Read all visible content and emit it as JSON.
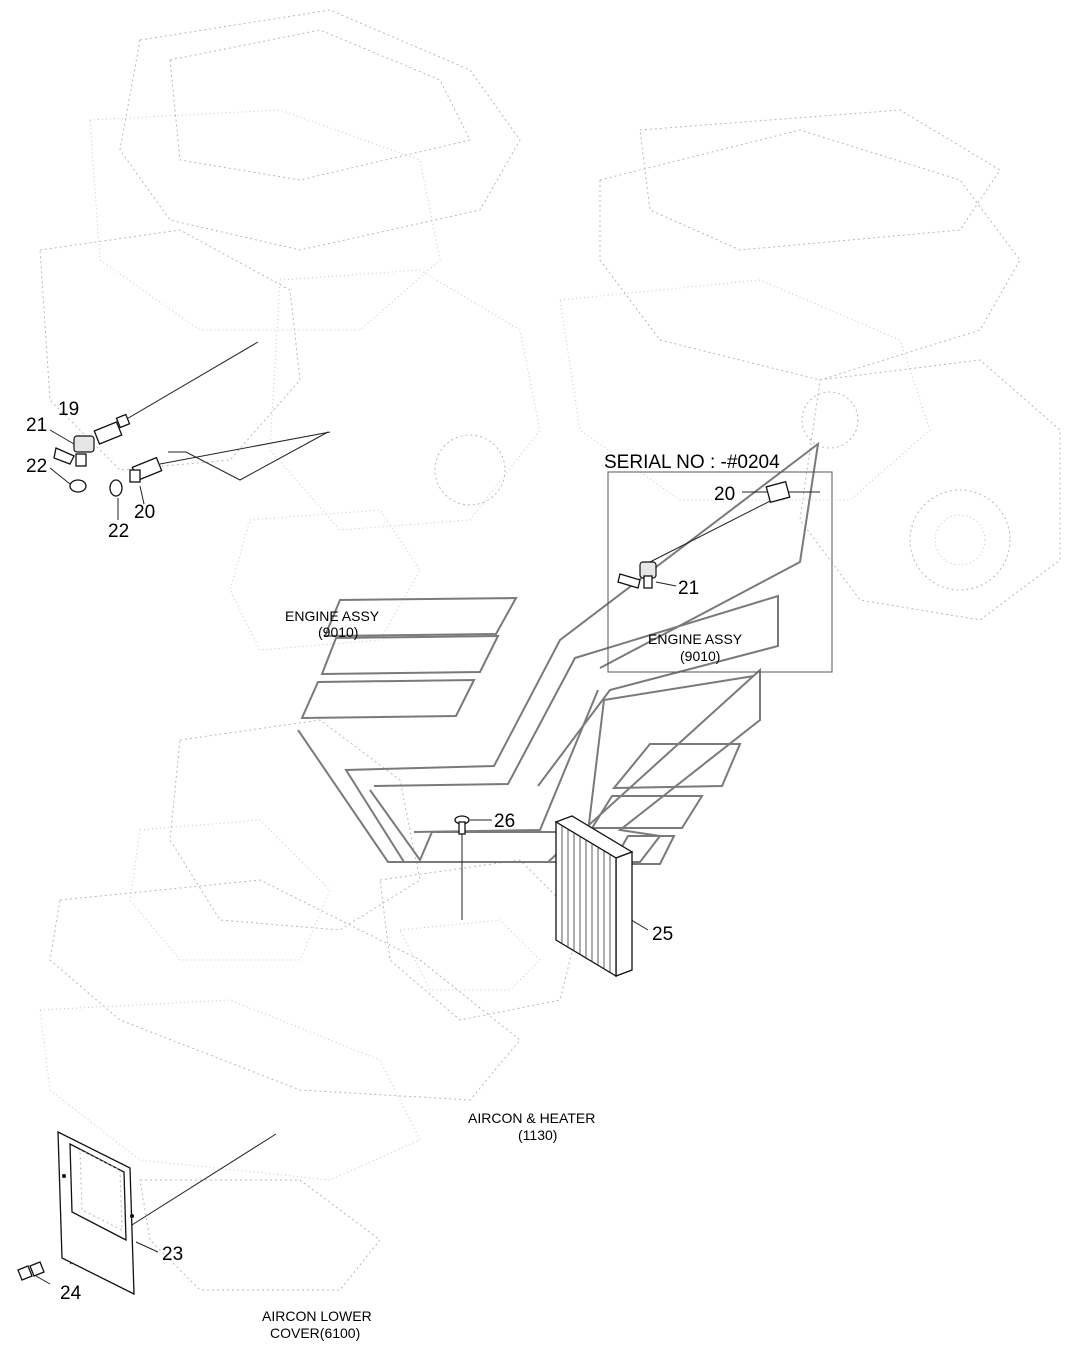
{
  "diagram": {
    "serial_note": "SERIAL NO : -#0204",
    "part_labels": {
      "p19": "19",
      "p21_left": "21",
      "p22_a": "22",
      "p22_b": "22",
      "p20_left": "20",
      "p20_right": "20",
      "p21_right": "21",
      "p26": "26",
      "p25": "25",
      "p23": "23",
      "p24": "24"
    },
    "reference_labels": {
      "engine_assy_left": {
        "line1": "ENGINE ASSY",
        "line2": "(9010)"
      },
      "engine_assy_right": {
        "line1": "ENGINE ASSY",
        "line2": "(9010)"
      },
      "aircon_heater": {
        "line1": "AIRCON & HEATER",
        "line2": "(1130)"
      },
      "aircon_lower_cover": {
        "line1": "AIRCON LOWER",
        "line2": "COVER(6100)"
      }
    }
  }
}
